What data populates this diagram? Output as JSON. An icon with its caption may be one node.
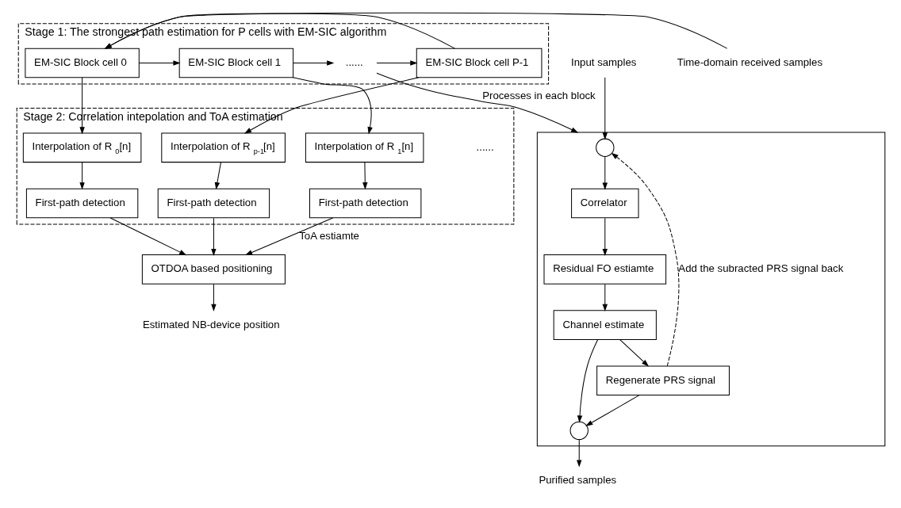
{
  "diagram": {
    "nodes": [
      {
        "text": [
          "Stage 1: The strongest path estimation for P cells with EM-SIC algorithm"
        ]
      },
      {
        "text": [
          "EM-SIC Block cell 0"
        ],
        "in": 0
      },
      {
        "text": [
          "EM-SIC Block cell 1"
        ],
        "in": 0
      },
      {
        "text": [
          "......"
        ],
        "in": 0
      },
      {
        "text": [
          "EM-SIC Block cell P-1"
        ],
        "in": 0
      },
      {
        "text": [
          "Stage 2: Correlation intepolation and ToA estimation"
        ]
      },
      {
        "text": [
          "Interpolation of R$_{0}$[n]"
        ],
        "in": 5
      },
      {
        "text": [
          "Interpolation of R$_{1}$[n]"
        ],
        "in": 5
      },
      {
        "text": [
          "Interpolation of R$_{p-1}$[n]"
        ],
        "in": 5
      },
      {
        "text": [
          "First-path detection"
        ],
        "in": 5
      },
      {
        "text": [
          "First-path detection"
        ],
        "in": 5
      },
      {
        "text": [
          "First-path detection"
        ],
        "in": 5
      },
      {
        "text": [
          "OTDOA based positioning"
        ]
      },
      {
        "text": [
          "Time-domain received samples"
        ]
      },
      {
        "text": [
          "Estimated NB-device position"
        ]
      },
      {
        "text": [],
        "shape": "box"
      },
      {
        "text": [
          "Input samples"
        ]
      },
      {
        "text": [],
        "shape": "circle",
        "in": 15
      },
      {
        "text": [
          "Correlator"
        ],
        "in": 15
      },
      {
        "text": [
          "Residual FO estiamte"
        ],
        "in": 15
      },
      {
        "text": [
          "Channel estimate"
        ],
        "in": 15
      },
      {
        "text": [
          "Regenerate PRS signal"
        ],
        "in": 15
      },
      {
        "text": [],
        "shape": "circle",
        "in": 15
      },
      {
        "text": [
          "Purified samples"
        ]
      }
    ],
    "edges": [
      {
        "from": 13,
        "to": 1,
        "arrow": "to"
      },
      {
        "from": 1,
        "to": 2,
        "arrow": "to"
      },
      {
        "from": 2,
        "to": 3,
        "arrow": "to"
      },
      {
        "from": 3,
        "to": 4,
        "arrow": "to"
      },
      {
        "from": 4,
        "to": 1,
        "arrow": "to"
      },
      {
        "from": 1,
        "to": 6,
        "arrow": "to"
      },
      {
        "from": 2,
        "to": 7,
        "arrow": "to"
      },
      {
        "from": 4,
        "to": 8,
        "arrow": "to"
      },
      {
        "from": 6,
        "to": 9,
        "arrow": "to"
      },
      {
        "from": 7,
        "to": 10,
        "arrow": "to"
      },
      {
        "from": 8,
        "to": 11,
        "arrow": "to"
      },
      {
        "from": 9,
        "to": 12,
        "arrow": "to"
      },
      {
        "from": 10,
        "to": 12,
        "arrow": "to",
        "label": "ToA estiamte"
      },
      {
        "from": 11,
        "to": 12,
        "arrow": "to"
      },
      {
        "from": 12,
        "to": 14,
        "arrow": "to"
      },
      {
        "from": 3,
        "to": 15,
        "arrow": "to",
        "label": "Processes in each block"
      },
      {
        "from": 16,
        "to": 17,
        "arrow": "to"
      },
      {
        "from": 17,
        "to": 18,
        "arrow": "to"
      },
      {
        "from": 18,
        "to": 19,
        "arrow": "to"
      },
      {
        "from": 19,
        "to": 20,
        "arrow": "to"
      },
      {
        "from": 20,
        "to": 21,
        "arrow": "to"
      },
      {
        "from": 20,
        "to": 22,
        "arrow": "to"
      },
      {
        "from": 21,
        "to": 22,
        "arrow": "to"
      },
      {
        "from": 22,
        "to": 23,
        "arrow": "to"
      },
      {
        "from": 21,
        "to": 17,
        "arrow": "to",
        "style": "dashed",
        "label": "Add the subracted PRS signal back"
      }
    ],
    "labels": [
      "......"
    ]
  }
}
